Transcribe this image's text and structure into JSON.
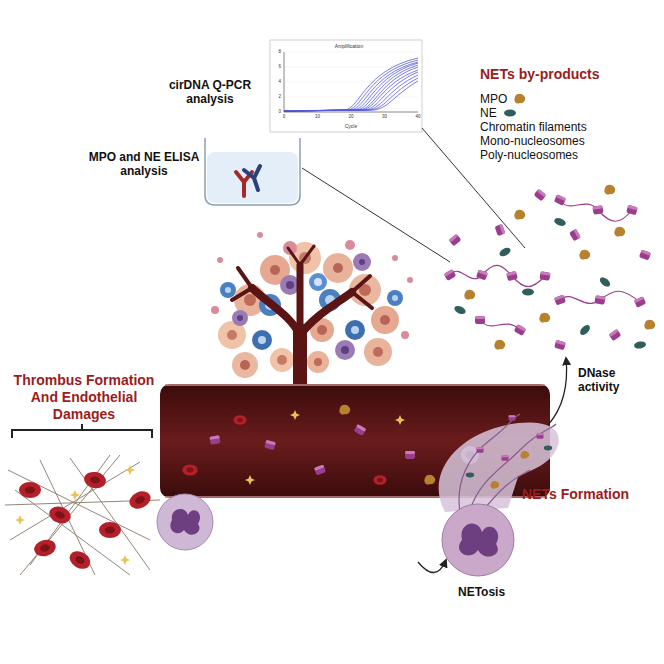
{
  "diagram": {
    "labels": [
      "Amplification",
      "Cycle",
      "0",
      "10",
      "20",
      "30",
      "40",
      "0",
      "2",
      "4",
      "6",
      "8",
      "cirDNA Q-PCR analysis",
      "MPO and NE ELISA analysis",
      "NETs by-products",
      "Chromatin filaments",
      "Mono-nucleosomes",
      "Poly-nucleosomes",
      "Thrombus Formation And Endothelial Damages",
      "NETs Formation",
      "DNase activity",
      "NETosis"
    ],
    "legend": [
      {
        "text": "MPO"
      },
      {
        "text": "NE"
      }
    ]
  }
}
